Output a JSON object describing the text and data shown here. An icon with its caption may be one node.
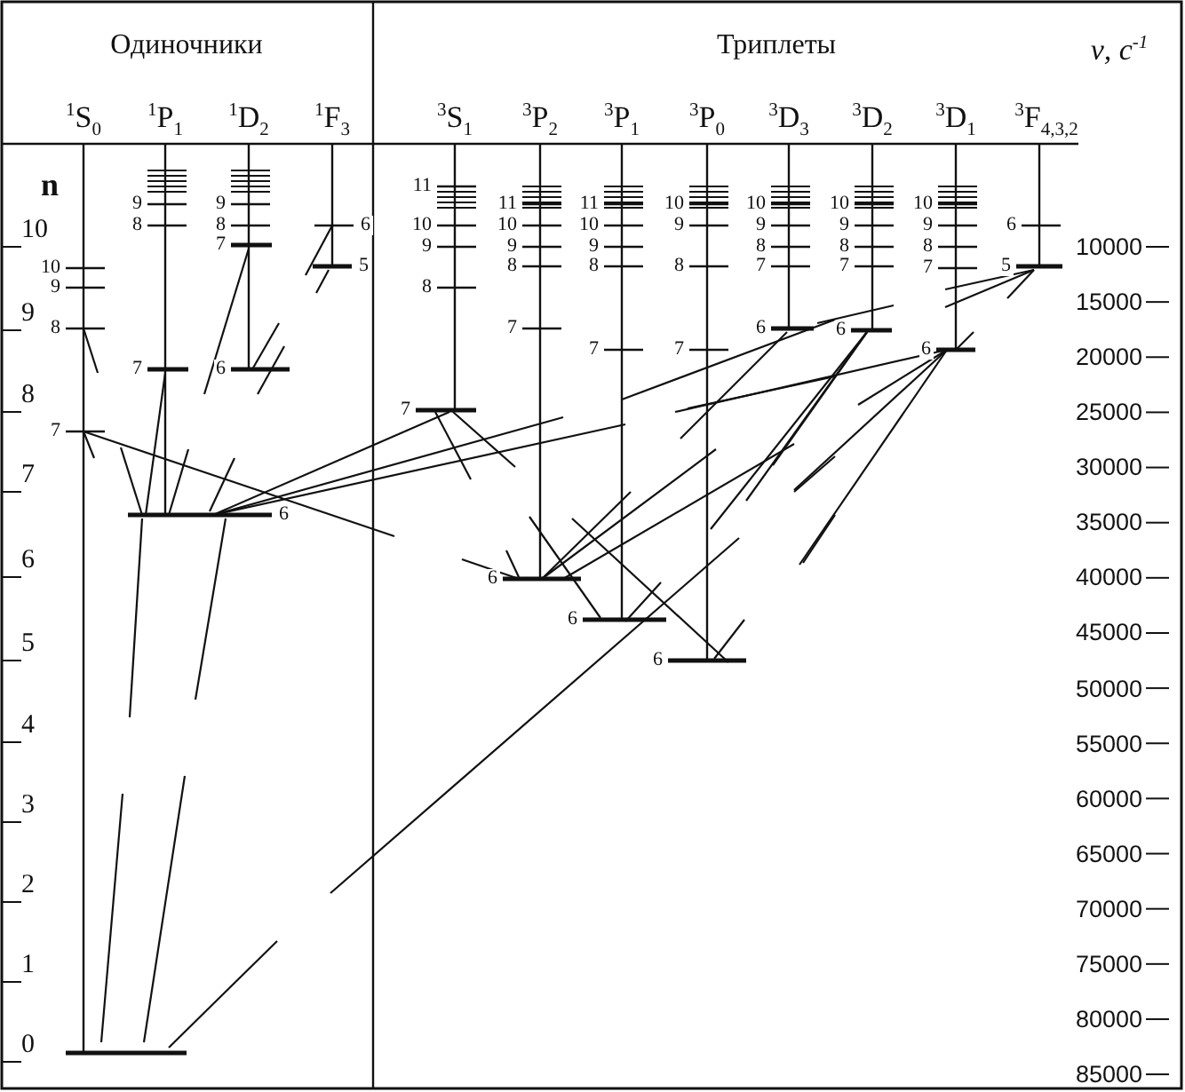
{
  "diagram": {
    "labels": [
      "Одиночники",
      "Триплеты",
      "ν, c$^{-1}$",
      "$^{1}$S$_{0}$",
      "$^{1}$P$_{1}$",
      "$^{1}$D$_{2}$",
      "$^{1}$F$_{3}$",
      "$^{3}$S$_{1}$",
      "$^{3}$P$_{2}$",
      "$^{3}$P$_{1}$",
      "$^{3}$P$_{0}$",
      "$^{3}$D$_{3}$",
      "$^{3}$D$_{2}$",
      "$^{3}$D$_{1}$",
      "$^{3}$F$_{4,3,2}$",
      "n",
      "10",
      "9",
      "8",
      "7",
      "6",
      "5",
      "4",
      "3",
      "2",
      "1",
      "0",
      "10",
      "9",
      "8",
      "7",
      "9",
      "8",
      "7",
      "6",
      "9",
      "8",
      "7",
      "6",
      "6",
      "5",
      "11",
      "10",
      "9",
      "8",
      "7",
      "11",
      "10",
      "9",
      "8",
      "7",
      "6",
      "11",
      "10",
      "9",
      "8",
      "7",
      "6",
      "10",
      "9",
      "8",
      "7",
      "6",
      "10",
      "9",
      "8",
      "7",
      "6",
      "10",
      "9",
      "8",
      "7",
      "6",
      "10",
      "9",
      "8",
      "7",
      "6",
      "6",
      "5",
      "10000",
      "15000",
      "20000",
      "25000",
      "30000",
      "35000",
      "40000",
      "45000",
      "50000",
      "55000",
      "60000",
      "65000",
      "70000",
      "75000",
      "80000",
      "85000"
    ]
  }
}
